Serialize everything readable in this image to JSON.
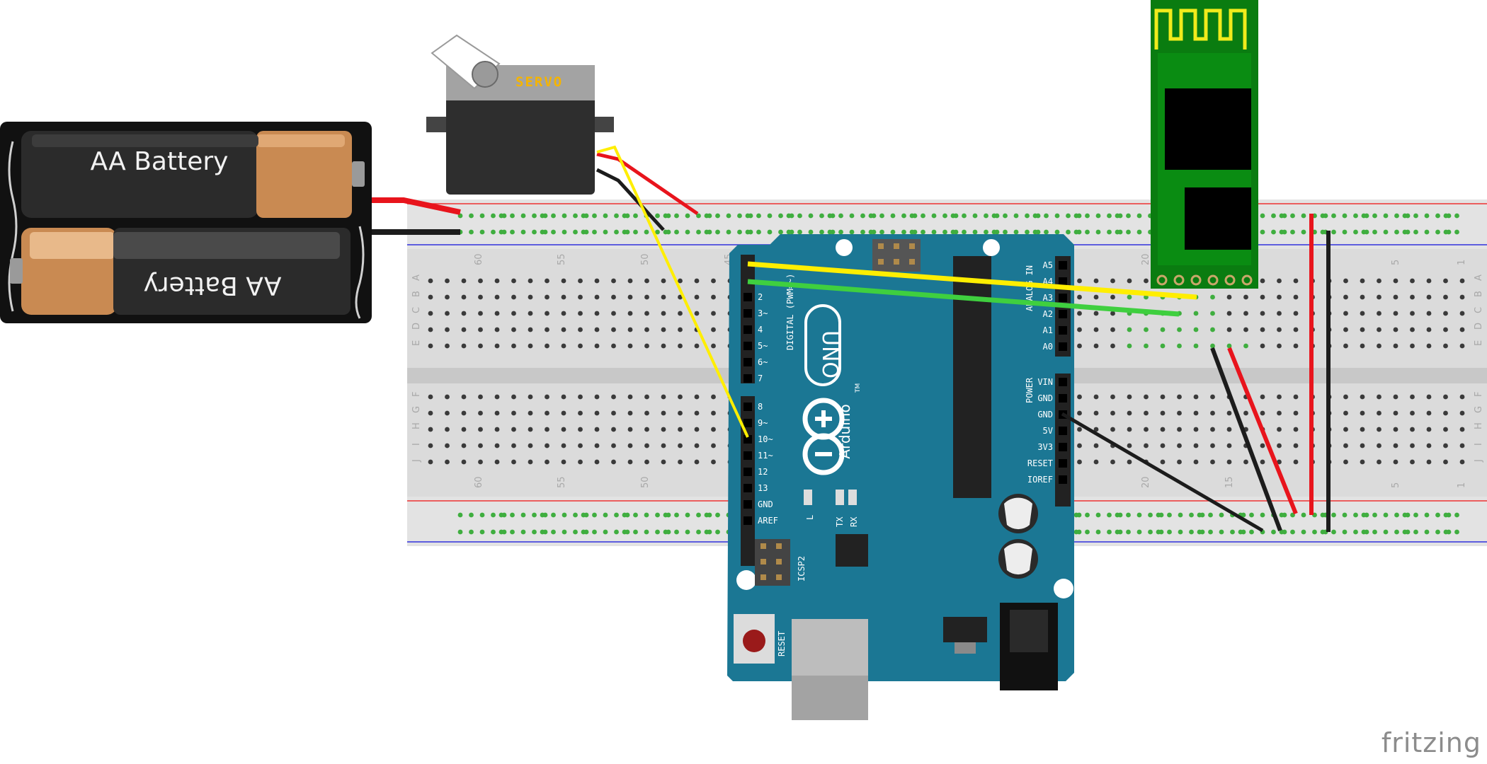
{
  "battery": {
    "label_top": "AA Battery",
    "label_bottom": "AA Battery"
  },
  "servo": {
    "label": "SERVO"
  },
  "breadboard": {
    "col_labels": [
      "60",
      "55",
      "50",
      "45",
      "20",
      "15",
      "5",
      "1"
    ],
    "row_labels_top": [
      "A",
      "B",
      "C",
      "D",
      "E"
    ],
    "row_labels_bottom": [
      "F",
      "G",
      "H",
      "I",
      "J"
    ]
  },
  "arduino": {
    "name": "Arduino",
    "model": "UNO",
    "tm": "TM",
    "digital_label": "DIGITAL (PWM=~)",
    "analog_label": "ANALOG IN",
    "power_label": "POWER",
    "digital_pins": [
      "2",
      "3~",
      "4",
      "5~",
      "6~",
      "7",
      "8",
      "9~",
      "10~",
      "11~",
      "12",
      "13",
      "GND",
      "AREF"
    ],
    "analog_pins": [
      "A5",
      "A4",
      "A3",
      "A2",
      "A1",
      "A0"
    ],
    "power_pins": [
      "VIN",
      "GND",
      "GND",
      "5V",
      "3V3",
      "RESET",
      "IOREF"
    ],
    "led_l": "L",
    "led_tx": "TX",
    "led_rx": "RX",
    "icsp": "ICSP2",
    "reset": "RESET"
  },
  "brand": {
    "text": "fritzing"
  },
  "colors": {
    "board": "#1b7794",
    "bt_module": "#0a7c10",
    "bt_antenna": "#f1eb1c",
    "wire_red": "#e8141c",
    "wire_black": "#1c1c1c",
    "wire_yellow": "#ffee00",
    "wire_green": "#3fcf3f"
  }
}
